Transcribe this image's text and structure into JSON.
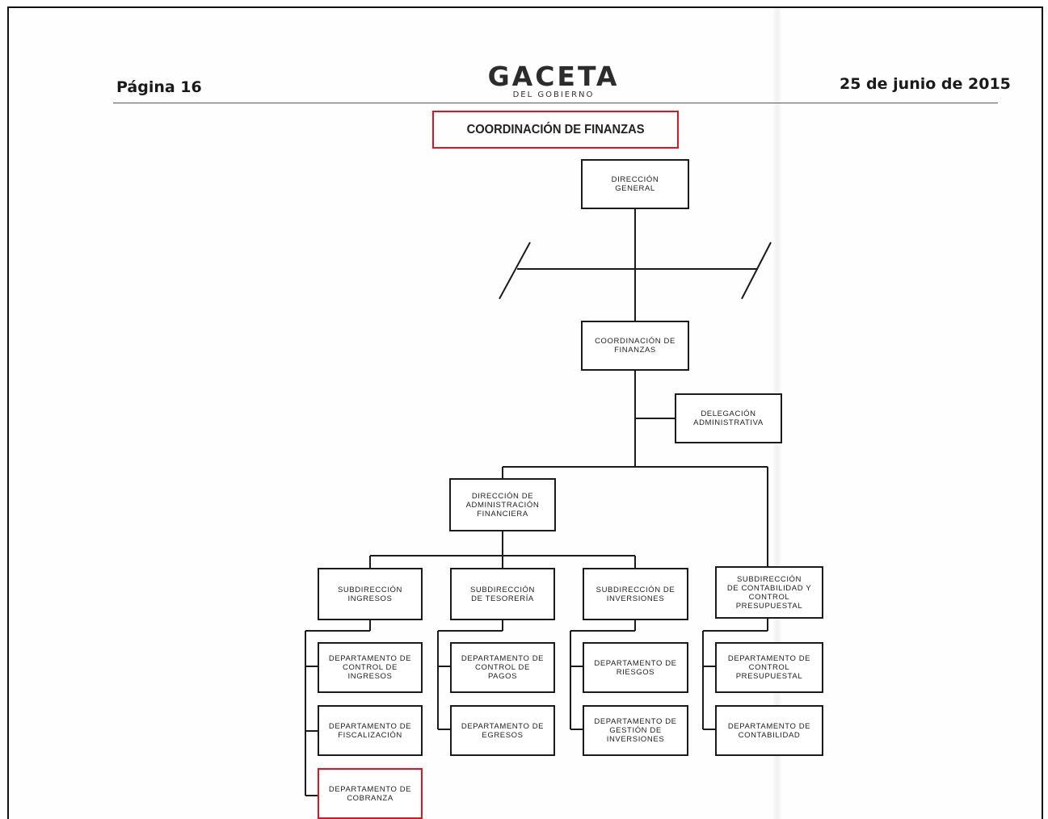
{
  "header": {
    "page_number": "Página 16",
    "publication_main": "GACETA",
    "publication_sub": "DEL GOBIERNO",
    "date": "25 de junio de 2015"
  },
  "title": "COORDINACIÓN DE FINANZAS",
  "highlight_color": "#e0141e",
  "org_chart": {
    "direccion_general": "DIRECCIÓN\nGENERAL",
    "coordinacion_finanzas": "COORDINACIÓN DE\nFINANZAS",
    "delegacion_administrativa": "DELEGACIÓN\nADMINISTRATIVA",
    "direccion_admin_financiera": "DIRECCIÓN DE\nADMINISTRACIÓN\nFINANCIERA",
    "subdirecciones": [
      {
        "label": "SUBDIRECCIÓN\nINGRESOS",
        "departamentos": [
          "DEPARTAMENTO DE\nCONTROL DE\nINGRESOS",
          "DEPARTAMENTO DE\nFISCALIZACIÓN",
          "DEPARTAMENTO DE\nCOBRANZA"
        ]
      },
      {
        "label": "SUBDIRECCIÓN\nDE TESORERÍA",
        "departamentos": [
          "DEPARTAMENTO DE\nCONTROL DE\nPAGOS",
          "DEPARTAMENTO DE\nEGRESOS"
        ]
      },
      {
        "label": "SUBDIRECCIÓN DE\nINVERSIONES",
        "departamentos": [
          "DEPARTAMENTO DE\nRIESGOS",
          "DEPARTAMENTO DE\nGESTIÓN DE\nINVERSIONES"
        ]
      },
      {
        "label": "SUBDIRECCIÓN\nDE CONTABILIDAD Y\nCONTROL\nPRESUPUESTAL",
        "departamentos": [
          "DEPARTAMENTO DE\nCONTROL\nPRESUPUESTAL",
          "DEPARTAMENTO DE\nCONTABILIDAD"
        ]
      }
    ]
  }
}
